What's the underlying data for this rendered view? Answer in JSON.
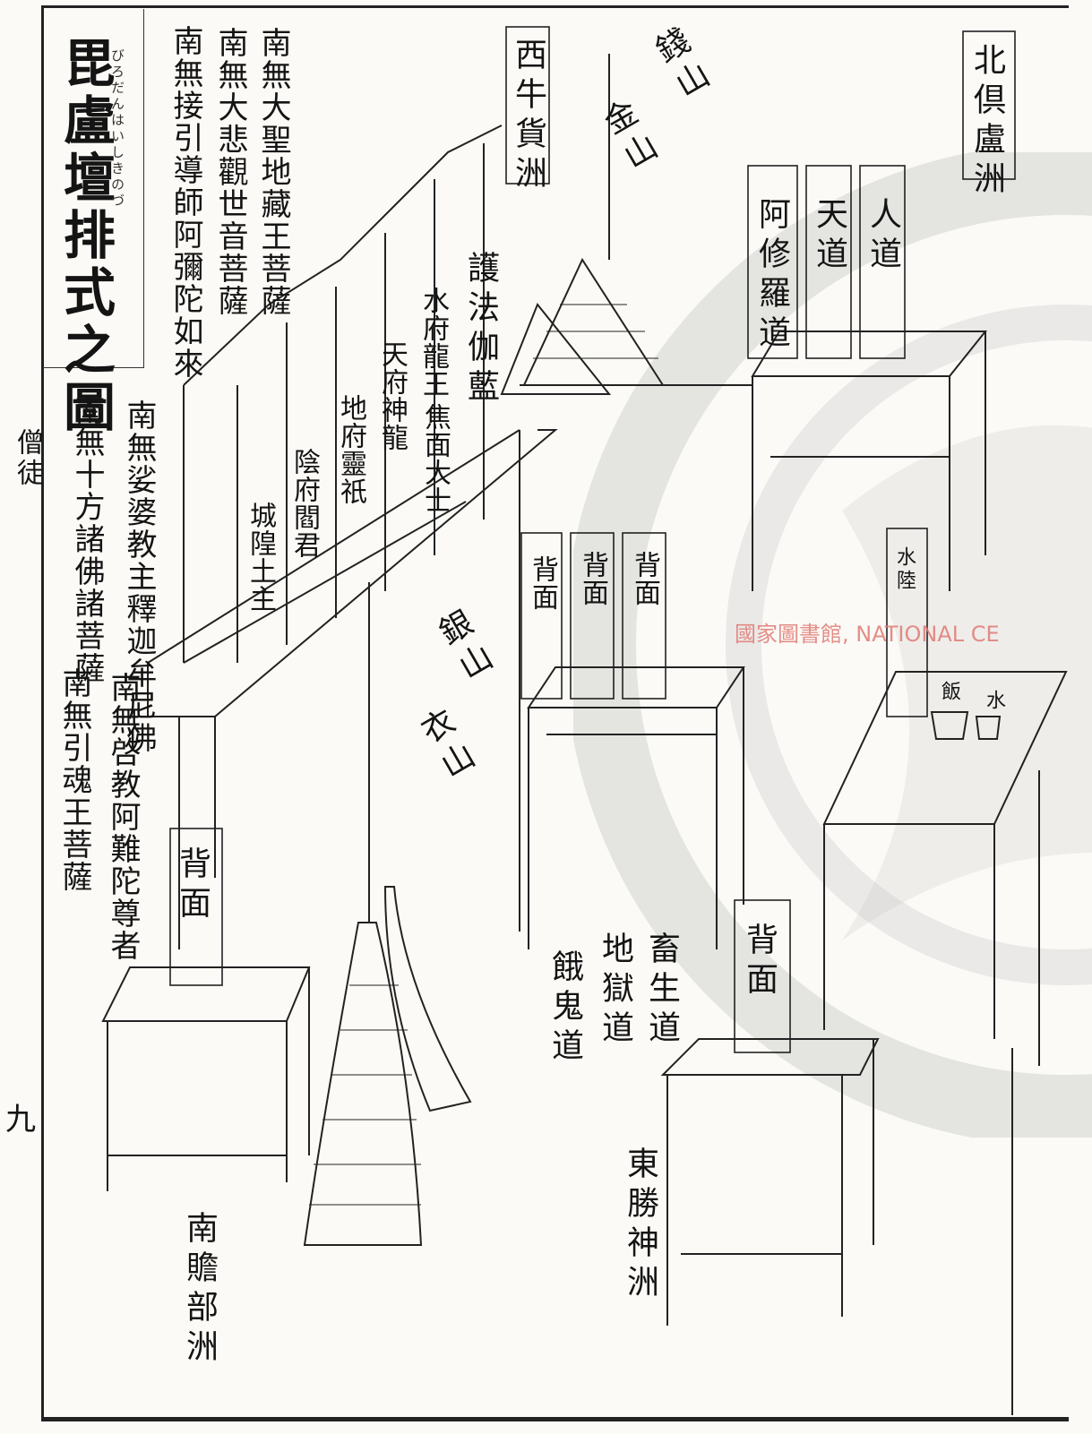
{
  "title": "毘盧壇排式之圖",
  "title_ruby": "びろだんはいしきのづ",
  "side_label": "僧徒",
  "folio": "九",
  "watermark": "國家圖書館, NATIONAL CE",
  "invocations_top": [
    "南無大聖地藏王菩薩",
    "南無大悲觀世音菩薩",
    "南無接引導師阿彌陀如來"
  ],
  "invocations_lower": [
    "南無娑婆教主釋迦牟尼佛",
    "南無十方諸佛諸菩薩",
    "南無啓教阿難陀尊者",
    "南無引魂王菩薩"
  ],
  "tablets": {
    "west": "西牛貨洲",
    "north": "北倶盧洲",
    "east": "東勝神洲",
    "south": "南贍部洲",
    "qian_shan": "錢山",
    "jin_shan": "金山",
    "yin_shan": "銀山",
    "yi_shan": "衣山",
    "asura": "阿修羅道",
    "heaven": "天道",
    "human": "人道",
    "hufa": "護法伽藍",
    "longwang": "水府龍王",
    "shenlong": "天府神龍",
    "dizang_ling": "地府靈祇",
    "yanjun": "陰府閻君",
    "chenghuang": "城隍土主",
    "mianran": "焦面大士",
    "beimian_1": "背面",
    "beimian_2": "背面",
    "beimian_3": "背面",
    "beimian_4": "背面",
    "beimian_5": "背面",
    "animal": "畜生道",
    "hell": "地獄道",
    "hungry": "餓鬼道",
    "shuilu": "水陸",
    "rice": "飯",
    "water": "水"
  }
}
